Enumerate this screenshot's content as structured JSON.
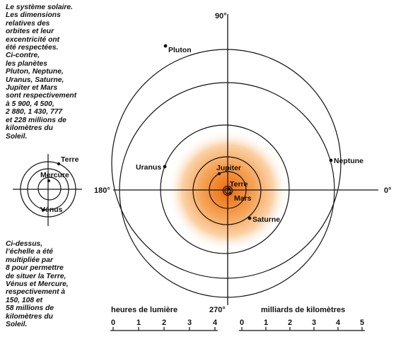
{
  "captions": {
    "top": "Le système solaire.\nLes dimensions\nrelatives des\norbites et leur\nexcentricité ont\nété respectées.\nCi-contre,\nles planètes\nPluton, Neptune,\nUranus, Saturne,\nJupiter et Mars\nsont respectivement\nà 5 900, 4 500,\n2 880, 1 430, 777\net 228 millions de\nkilomètres du\nSoleil.",
    "bottom": "Ci-dessus,\nl’échelle a été\nmultipliée par\n8 pour permettre\nde situer la Terre,\nVénus et Mercure,\nrespectivement à\n150, 108 et\n58 millions de\nkilomètres du\nSoleil."
  },
  "main_diagram": {
    "angles": {
      "top": "90°",
      "left": "180°",
      "right": "0°",
      "bottom": "270°"
    },
    "planets": {
      "pluton": "Pluton",
      "neptune": "Neptune",
      "uranus": "Uranus",
      "saturne": "Saturne",
      "jupiter": "Jupiter",
      "terre": "Terre",
      "mars": "Mars"
    },
    "sun_color": "#f07a1e"
  },
  "inset_diagram": {
    "planets": {
      "terre": "Terre",
      "mercure": "Mercure",
      "venus": "Vénus"
    }
  },
  "scales": {
    "light_hours": {
      "title": "heures de lumière",
      "ticks": [
        "0",
        "1",
        "2",
        "3",
        "4"
      ]
    },
    "billion_km": {
      "title": "milliards de kilomètres",
      "ticks": [
        "0",
        "1",
        "2",
        "3",
        "4",
        "5"
      ]
    }
  }
}
